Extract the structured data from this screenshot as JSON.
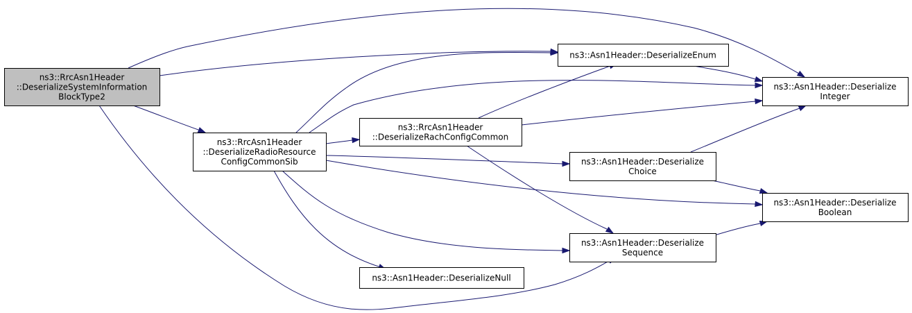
{
  "colors": {
    "edge": "#191970",
    "node_fill": "#ffffff",
    "root_fill": "#bfbfbf",
    "border": "#000000"
  },
  "nodes": {
    "root": {
      "lines": [
        "ns3::RrcAsn1Header",
        "::DeserializeSystemInformation",
        "BlockType2"
      ]
    },
    "rrcsib": {
      "lines": [
        "ns3::RrcAsn1Header",
        "::DeserializeRadioResource",
        "ConfigCommonSib"
      ]
    },
    "rach": {
      "lines": [
        "ns3::RrcAsn1Header",
        "::DeserializeRachConfigCommon"
      ]
    },
    "enum": {
      "lines": [
        "ns3::Asn1Header::DeserializeEnum"
      ]
    },
    "integer": {
      "lines": [
        "ns3::Asn1Header::Deserialize",
        "Integer"
      ]
    },
    "choice": {
      "lines": [
        "ns3::Asn1Header::Deserialize",
        "Choice"
      ]
    },
    "boolean": {
      "lines": [
        "ns3::Asn1Header::Deserialize",
        "Boolean"
      ]
    },
    "sequence": {
      "lines": [
        "ns3::Asn1Header::Deserialize",
        "Sequence"
      ]
    },
    "null": {
      "lines": [
        "ns3::Asn1Header::DeserializeNull"
      ]
    }
  },
  "edges": [
    {
      "from": "root",
      "to": "enum"
    },
    {
      "from": "root",
      "to": "integer"
    },
    {
      "from": "root",
      "to": "rrcsib"
    },
    {
      "from": "root",
      "to": "sequence"
    },
    {
      "from": "rrcsib",
      "to": "enum"
    },
    {
      "from": "rrcsib",
      "to": "integer"
    },
    {
      "from": "rrcsib",
      "to": "rach"
    },
    {
      "from": "rrcsib",
      "to": "choice"
    },
    {
      "from": "rrcsib",
      "to": "boolean"
    },
    {
      "from": "rrcsib",
      "to": "sequence"
    },
    {
      "from": "rrcsib",
      "to": "null"
    },
    {
      "from": "rach",
      "to": "enum"
    },
    {
      "from": "rach",
      "to": "integer"
    },
    {
      "from": "rach",
      "to": "sequence"
    },
    {
      "from": "enum",
      "to": "integer"
    },
    {
      "from": "choice",
      "to": "integer"
    },
    {
      "from": "choice",
      "to": "boolean"
    },
    {
      "from": "sequence",
      "to": "boolean"
    }
  ]
}
